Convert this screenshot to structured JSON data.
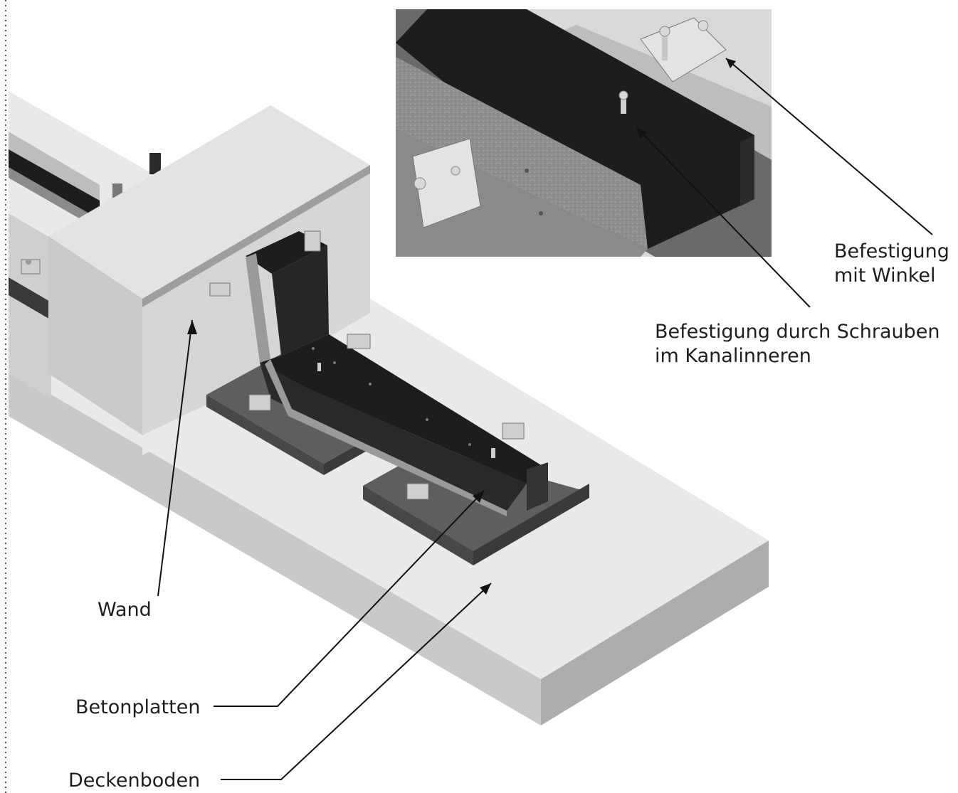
{
  "labels": {
    "wand": "Wand",
    "betonplatten": "Betonplatten",
    "deckenboden": "Deckenboden",
    "befestigung_winkel_line1": "Befestigung",
    "befestigung_winkel_line2": "mit Winkel",
    "befestigung_schrauben_line1": "Befestigung durch Schrauben",
    "befestigung_schrauben_line2": "im Kanalinneren"
  },
  "colors": {
    "slab_top": "#e9e9e9",
    "slab_front": "#c9c9c9",
    "slab_side": "#adadad",
    "wall_light": "#d9d9d9",
    "plate_top": "#5e5e5e",
    "plate_side": "#3f3f3f",
    "channel_dark": "#1d1d1d",
    "channel_edge": "#9a9a9a",
    "leader": "#111111"
  }
}
